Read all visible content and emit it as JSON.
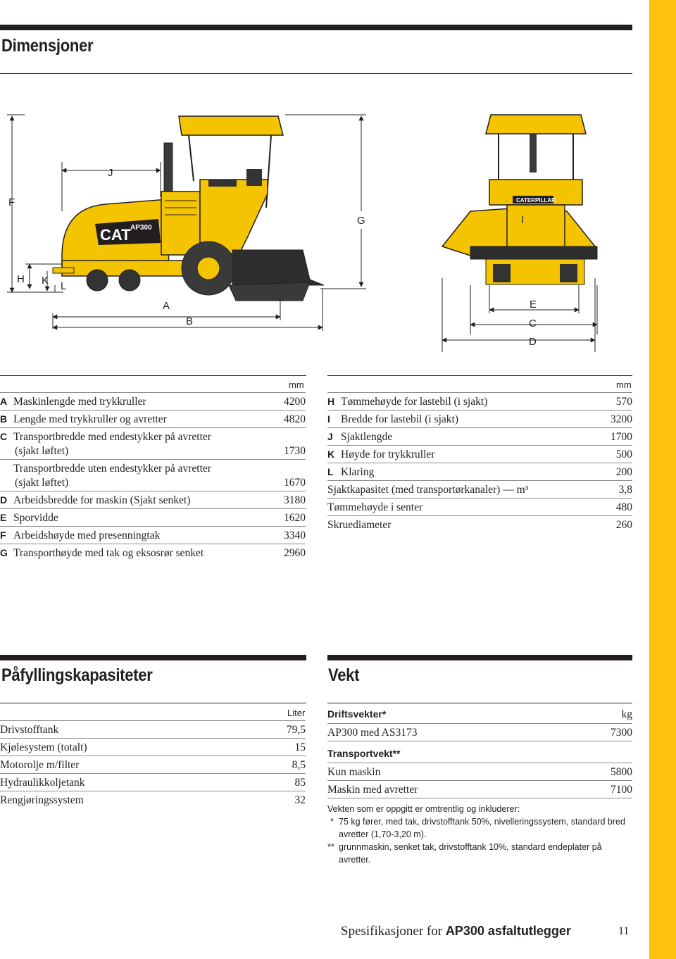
{
  "page": {
    "title": "Dimensjoner",
    "footer_prefix": "Spesifikasjoner for",
    "footer_product": "AP300 asfaltutlegger",
    "page_number": "11"
  },
  "colors": {
    "accent_yellow": "#ffc20e",
    "ink": "#231f20",
    "machine_yellow": "#f5c400"
  },
  "diagram": {
    "side_labels": [
      "F",
      "J",
      "G",
      "H",
      "K",
      "L",
      "A",
      "B"
    ],
    "front_labels": [
      "I",
      "E",
      "C",
      "D"
    ],
    "brand_cat": "CAT",
    "brand_model": "AP300",
    "brand_caterpillar": "CATERPILLAR"
  },
  "dimensions_left": {
    "unit": "mm",
    "rows": [
      {
        "code": "A",
        "label": "Maskinlengde med trykkruller",
        "value": "4200"
      },
      {
        "code": "B",
        "label": "Lengde med trykkruller og avretter",
        "value": "4820"
      },
      {
        "code": "C",
        "label": "Transportbredde med endestykker på avretter",
        "label2": "(sjakt løftet)",
        "value": "1730"
      },
      {
        "code": "",
        "label": "Transportbredde uten endestykker på avretter",
        "label2": "(sjakt løftet)",
        "value": "1670"
      },
      {
        "code": "D",
        "label": "Arbeidsbredde for maskin (Sjakt senket)",
        "value": "3180"
      },
      {
        "code": "E",
        "label": "Sporvidde",
        "value": "1620"
      },
      {
        "code": "F",
        "label": "Arbeidshøyde med presenningtak",
        "value": "3340"
      },
      {
        "code": "G",
        "label": "Transporthøyde med tak og eksosrør senket",
        "value": "2960"
      }
    ]
  },
  "dimensions_right": {
    "unit": "mm",
    "rows": [
      {
        "code": "H",
        "label": "Tømmehøyde for lastebil (i sjakt)",
        "value": "570"
      },
      {
        "code": "I",
        "label": "Bredde for lastebil (i sjakt)",
        "value": "3200"
      },
      {
        "code": "J",
        "label": "Sjaktlengde",
        "value": "1700"
      },
      {
        "code": "K",
        "label": "Høyde for trykkruller",
        "value": "500"
      },
      {
        "code": "L",
        "label": "Klaring",
        "value": "200"
      },
      {
        "code": "",
        "label": "Sjaktkapasitet (med transportørkanaler) — m³",
        "value": "3,8"
      },
      {
        "code": "",
        "label": "Tømmehøyde i senter",
        "value": "480"
      },
      {
        "code": "",
        "label": "Skruediameter",
        "value": "260"
      }
    ]
  },
  "capacities": {
    "title": "Påfyllingskapasiteter",
    "unit": "Liter",
    "rows": [
      {
        "label": "Drivstofftank",
        "value": "79,5"
      },
      {
        "label": "Kjølesystem (totalt)",
        "value": "15"
      },
      {
        "label": "Motorolje m/filter",
        "value": "8,5"
      },
      {
        "label": "Hydraulikkoljetank",
        "value": "85"
      },
      {
        "label": "Rengjøringssystem",
        "value": "32"
      }
    ]
  },
  "weight": {
    "title": "Vekt",
    "unit": "kg",
    "operating_heading": "Driftsvekter*",
    "operating_rows": [
      {
        "label": "AP300 med AS3173",
        "value": "7300"
      }
    ],
    "transport_heading": "Transportvekt**",
    "transport_rows": [
      {
        "label": "Kun maskin",
        "value": "5800"
      },
      {
        "label": "Maskin med avretter",
        "value": "7100"
      }
    ],
    "note_intro": "Vekten som er oppgitt er omtrentlig og inkluderer:",
    "note1_mark": "*",
    "note1_text": "75 kg fører, med tak, drivstofftank 50%, nivelleringssystem, standard bred avretter (1,70-3,20 m).",
    "note2_mark": "**",
    "note2_text": "grunnmaskin, senket tak, drivstofftank 10%, standard endeplater på avretter."
  }
}
